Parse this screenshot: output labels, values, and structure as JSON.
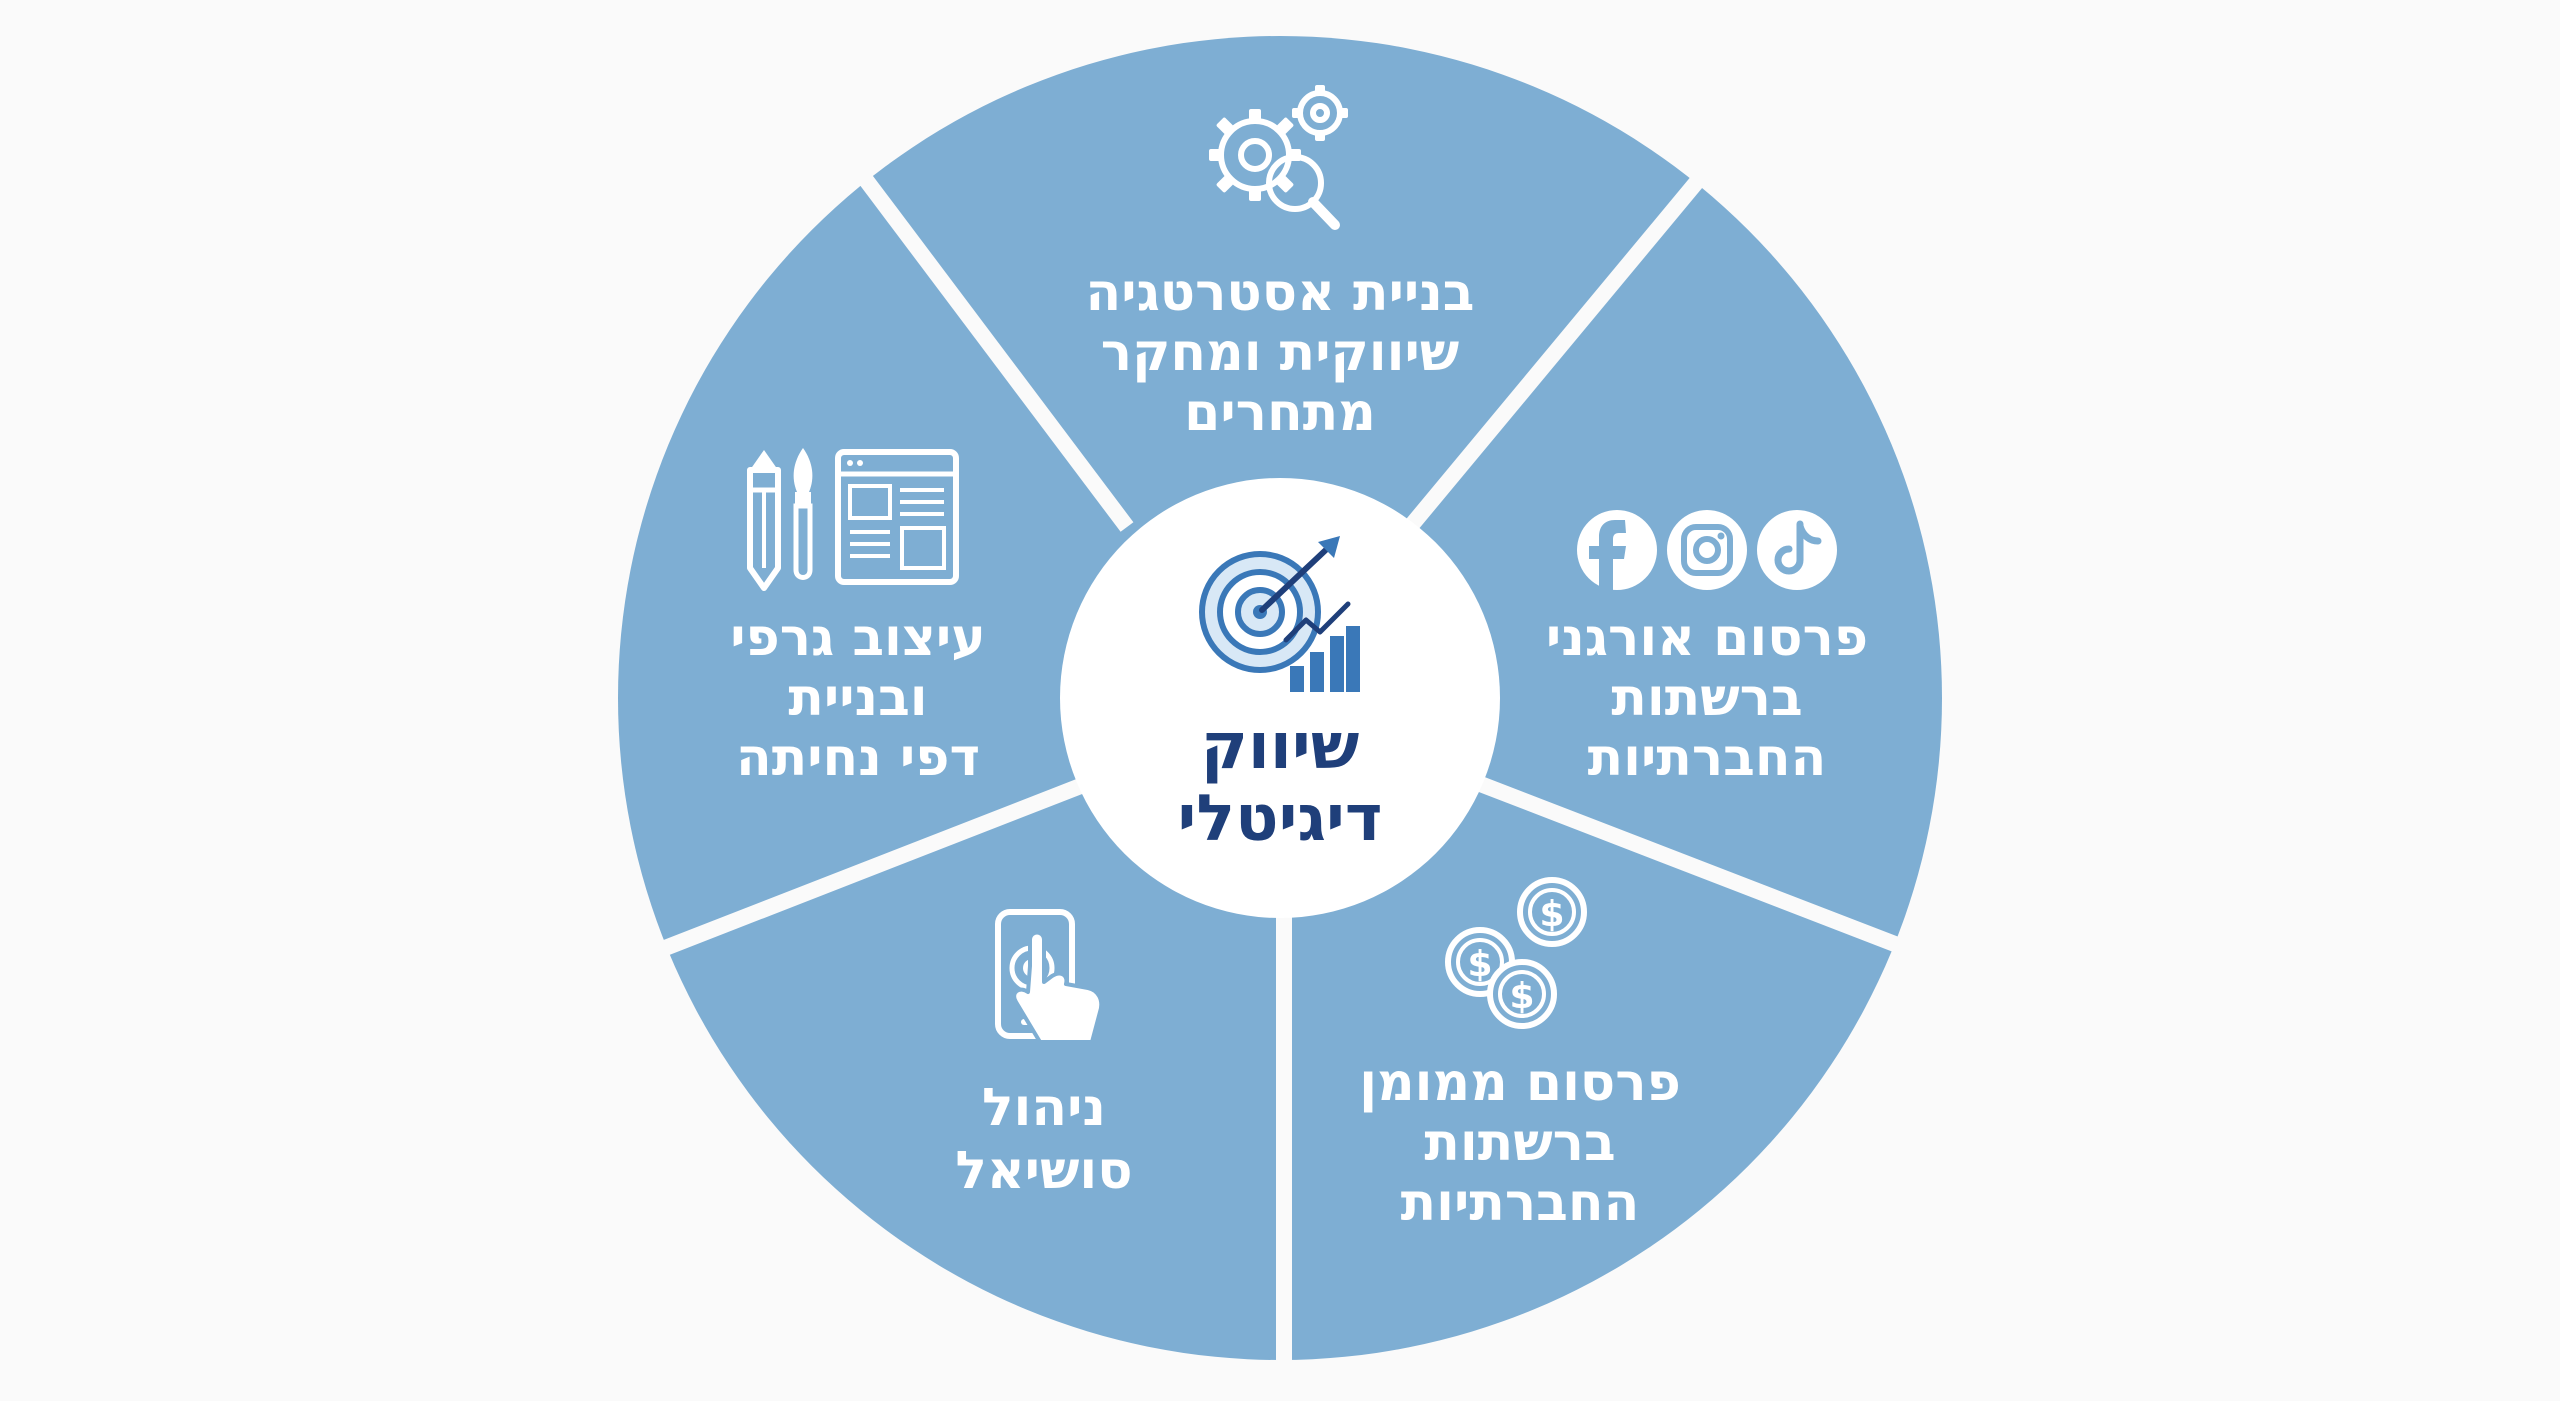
{
  "colors": {
    "background": "#fafafa",
    "segment": "#7eaed3",
    "separator": "#ffffff",
    "center_fill": "#ffffff",
    "center_text": "#1f3f7a",
    "segment_text": "#ffffff",
    "center_icon": "#3a78b8"
  },
  "center": {
    "line1": "שיווק",
    "line2": "דיגיטלי",
    "icon": "target-growth-icon"
  },
  "segments": [
    {
      "key": "strategy",
      "icon": "gears-search-icon",
      "lines": [
        "בניית אסטרטגיה",
        "שיווקית ומחקר",
        "מתחרים"
      ]
    },
    {
      "key": "organic",
      "icon": "social-networks-icon",
      "lines": [
        "פרסום אורגני",
        "ברשתות",
        "החברתיות"
      ]
    },
    {
      "key": "paid",
      "icon": "coins-icon",
      "lines": [
        "פרסום ממומן",
        "ברשתות",
        "החברתיות"
      ]
    },
    {
      "key": "social",
      "icon": "smartphone-touch-icon",
      "lines": [
        "ניהול",
        "סושיאל"
      ]
    },
    {
      "key": "design",
      "icon": "design-tools-icon",
      "lines": [
        "עיצוב גרפי",
        "ובניית",
        "דפי נחיתה"
      ]
    }
  ]
}
